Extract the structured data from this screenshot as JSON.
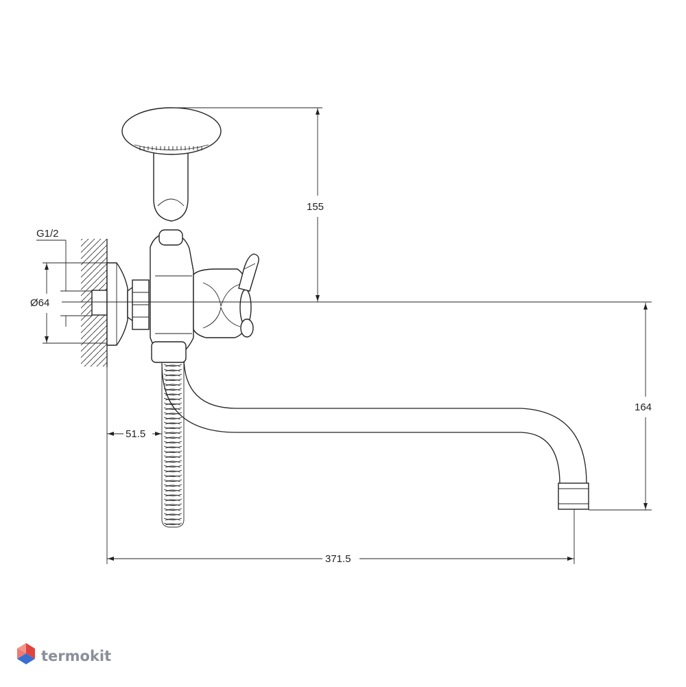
{
  "drawing": {
    "dimensions": {
      "thread": "G1/2",
      "flange_diameter": "Ø64",
      "shower_height": "155",
      "spout_height": "164",
      "wall_offset": "51.5",
      "spout_reach": "371.5"
    },
    "colors": {
      "line": "#222222",
      "brand_red": "#e0443c",
      "brand_blue": "#3a6fd0",
      "brand_text": "#8a8f99"
    }
  },
  "watermark": {
    "brand": "termokit",
    "icon": "hexagon-cube-icon"
  }
}
